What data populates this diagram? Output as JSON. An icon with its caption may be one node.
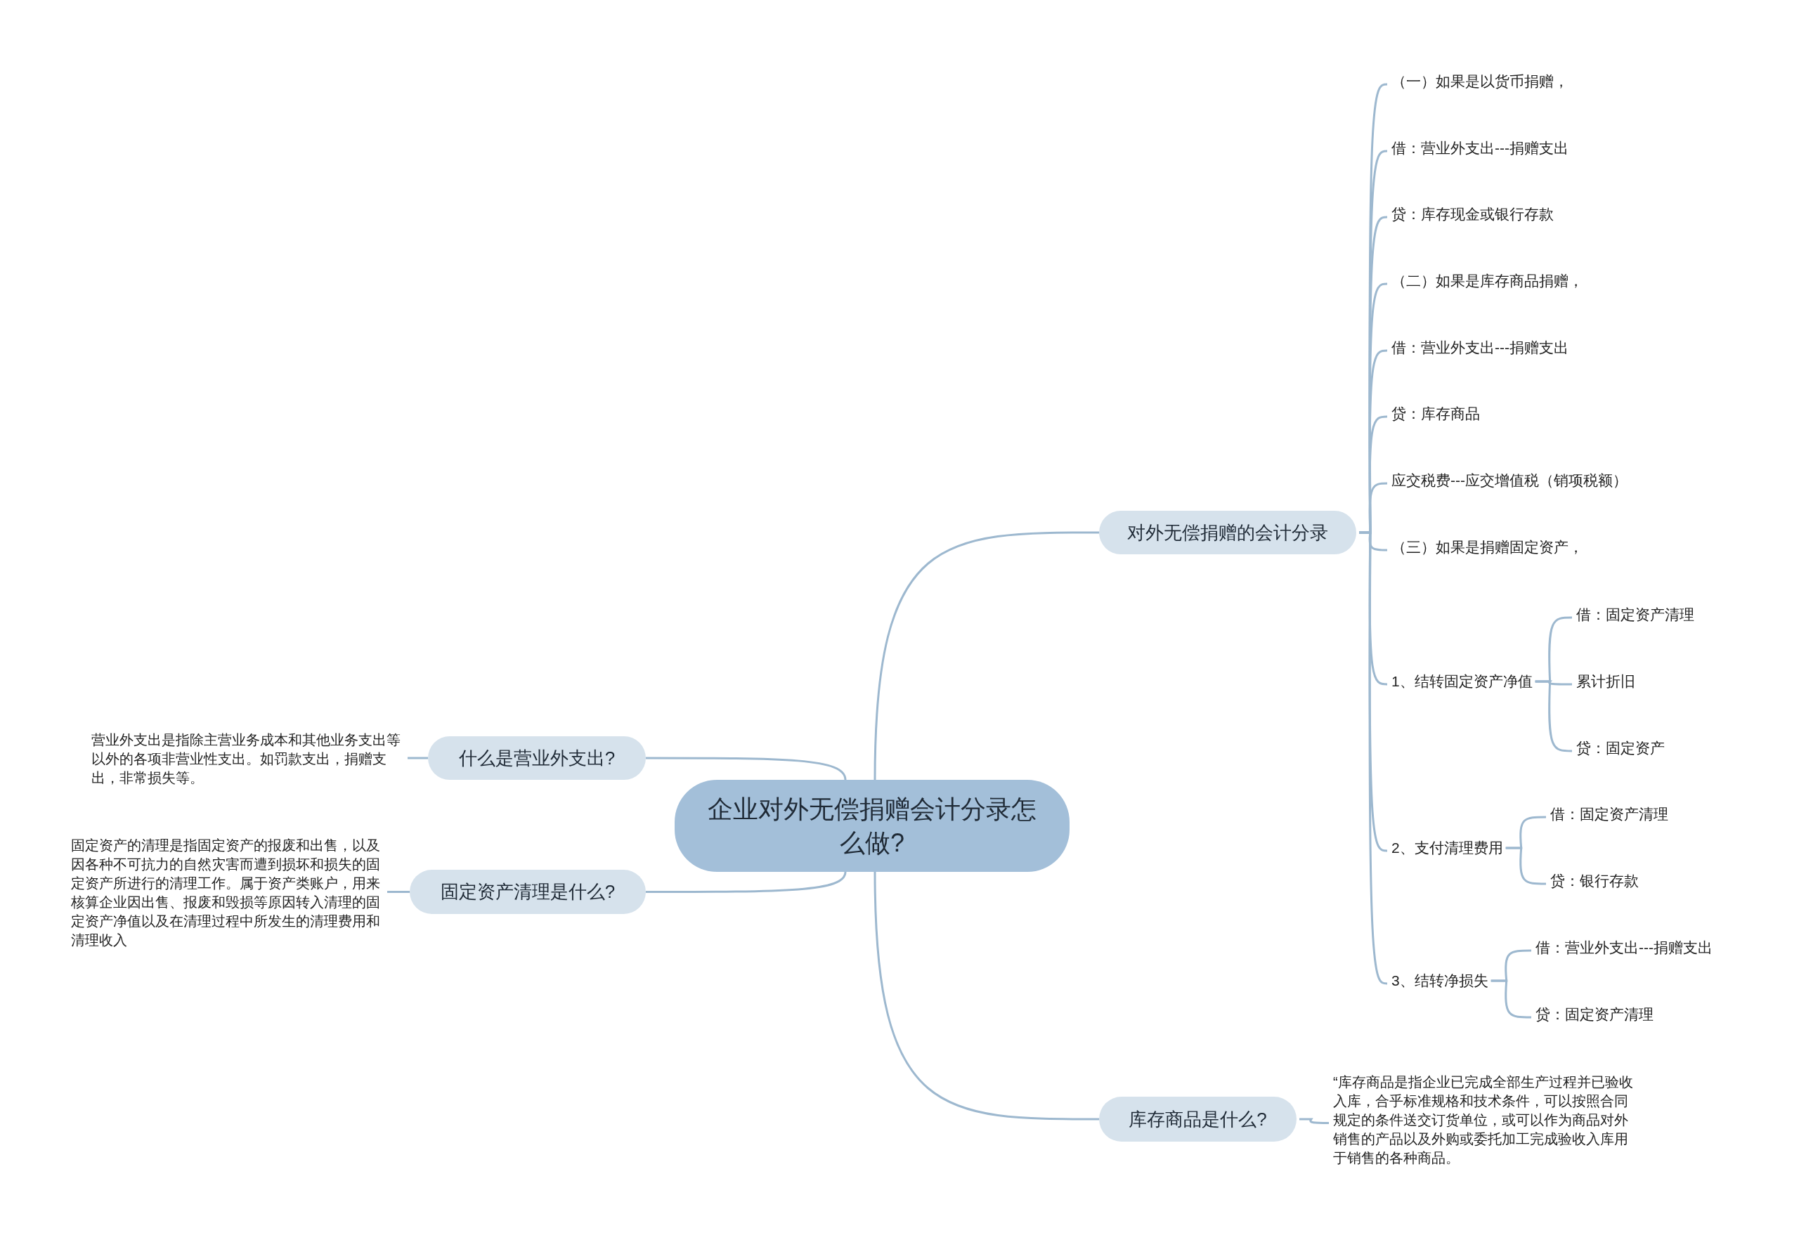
{
  "diagram": {
    "nodes": [
      {
        "text": [
          "企业对外无偿捐赠会计分录怎么做?"
        ]
      },
      {
        "text": [
          "对外无偿捐赠的会计分录"
        ]
      },
      {
        "text": [
          "（一）如果是以货币捐赠，"
        ]
      },
      {
        "text": [
          "借：营业外支出---捐赠支出"
        ]
      },
      {
        "text": [
          "贷：库存现金或银行存款"
        ]
      },
      {
        "text": [
          "（二）如果是库存商品捐赠，"
        ]
      },
      {
        "text": [
          "借：营业外支出---捐赠支出"
        ]
      },
      {
        "text": [
          "贷：库存商品"
        ]
      },
      {
        "text": [
          "应交税费---应交增值税（销项税额）"
        ]
      },
      {
        "text": [
          "（三）如果是捐赠固定资产，"
        ]
      },
      {
        "text": [
          "1、结转固定资产净值"
        ]
      },
      {
        "text": [
          "借：固定资产清理"
        ]
      },
      {
        "text": [
          "累计折旧"
        ]
      },
      {
        "text": [
          "贷：固定资产"
        ]
      },
      {
        "text": [
          "2、支付清理费用"
        ]
      },
      {
        "text": [
          "借：固定资产清理"
        ]
      },
      {
        "text": [
          "贷：银行存款"
        ]
      },
      {
        "text": [
          "3、结转净损失"
        ]
      },
      {
        "text": [
          "借：营业外支出---捐赠支出"
        ]
      },
      {
        "text": [
          "贷：固定资产清理"
        ]
      },
      {
        "text": [
          "什么是营业外支出?"
        ]
      },
      {
        "text": [
          "营业外支出是指除主营业务成本和其他业务支出等以外的各项非营业性支出。如罚款支出，捐赠支出，非常损失等。"
        ]
      },
      {
        "text": [
          "固定资产清理是什么?"
        ]
      },
      {
        "text": [
          "固定资产的清理是指固定资产的报废和出售，以及因各种不可抗力的自然灾害而遭到损坏和损失的固定资产所进行的清理工作。属于资产类账户，用来核算企业因出售、报废和毁损等原因转入清理的固定资产净值以及在清理过程中所发生的清理费用和清理收入"
        ]
      },
      {
        "text": [
          "库存商品是什么?"
        ]
      },
      {
        "text": [
          "“库存商品是指企业已完成全部生产过程并已验收入库，合乎标准规格和技术条件，可以按照合同规定的条件送交订货单位，或可以作为商品对外销售的产品以及外购或委托加工完成验收入库用于销售的各种商品。"
        ]
      }
    ],
    "edges": [
      {
        "from": 0,
        "to": 1,
        "arrow": "none"
      },
      {
        "from": 0,
        "to": 20,
        "arrow": "none"
      },
      {
        "from": 0,
        "to": 22,
        "arrow": "none"
      },
      {
        "from": 0,
        "to": 24,
        "arrow": "none"
      },
      {
        "from": 1,
        "to": 2,
        "arrow": "none"
      },
      {
        "from": 1,
        "to": 3,
        "arrow": "none"
      },
      {
        "from": 1,
        "to": 4,
        "arrow": "none"
      },
      {
        "from": 1,
        "to": 5,
        "arrow": "none"
      },
      {
        "from": 1,
        "to": 6,
        "arrow": "none"
      },
      {
        "from": 1,
        "to": 7,
        "arrow": "none"
      },
      {
        "from": 1,
        "to": 8,
        "arrow": "none"
      },
      {
        "from": 1,
        "to": 9,
        "arrow": "none"
      },
      {
        "from": 1,
        "to": 10,
        "arrow": "none"
      },
      {
        "from": 10,
        "to": 11,
        "arrow": "none"
      },
      {
        "from": 10,
        "to": 12,
        "arrow": "none"
      },
      {
        "from": 10,
        "to": 13,
        "arrow": "none"
      },
      {
        "from": 1,
        "to": 14,
        "arrow": "none"
      },
      {
        "from": 14,
        "to": 15,
        "arrow": "none"
      },
      {
        "from": 14,
        "to": 16,
        "arrow": "none"
      },
      {
        "from": 1,
        "to": 17,
        "arrow": "none"
      },
      {
        "from": 17,
        "to": 18,
        "arrow": "none"
      },
      {
        "from": 17,
        "to": 19,
        "arrow": "none"
      },
      {
        "from": 20,
        "to": 21,
        "arrow": "none"
      },
      {
        "from": 22,
        "to": 23,
        "arrow": "none"
      },
      {
        "from": 24,
        "to": 25,
        "arrow": "none"
      }
    ]
  }
}
